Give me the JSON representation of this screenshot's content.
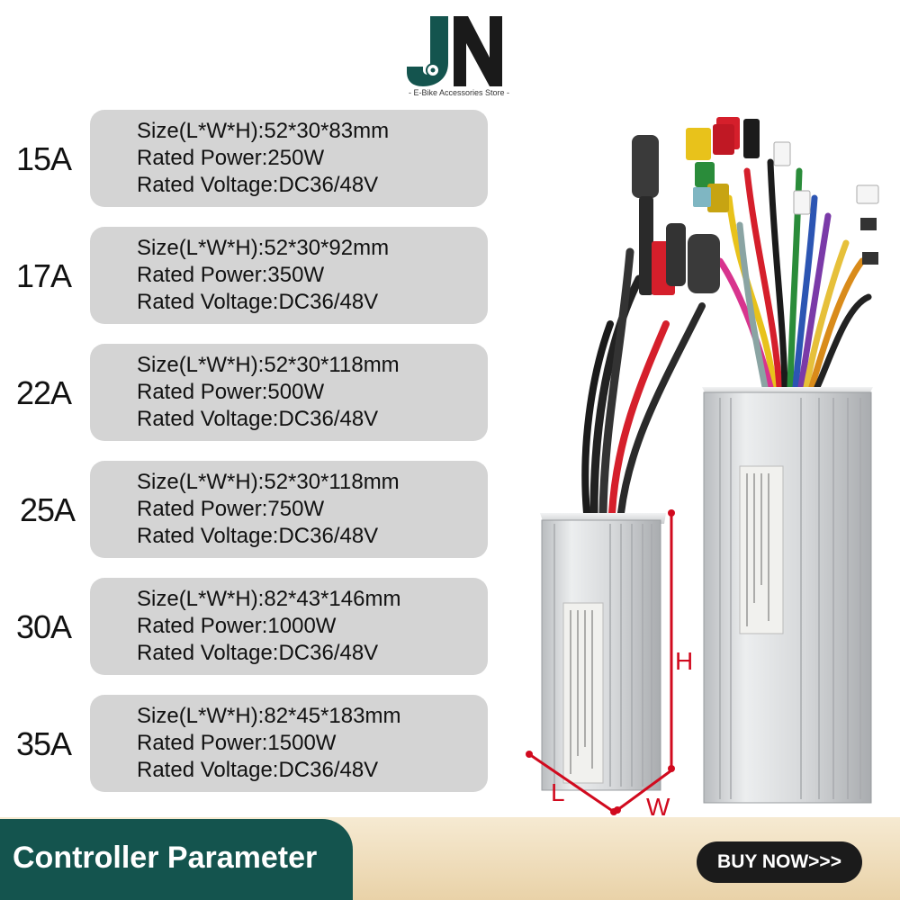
{
  "brand": {
    "logo_letters": "JN",
    "tagline": "- E-Bike Accessories Store -"
  },
  "specs": [
    {
      "rating": "15A",
      "size_label": "Size(L*W*H):",
      "size_value": "52*30*83mm",
      "power_label": "Rated Power:",
      "power_value": "250W",
      "voltage_label": "Rated Voltage:",
      "voltage_value": "DC36/48V"
    },
    {
      "rating": "17A",
      "size_label": "Size(L*W*H):",
      "size_value": "52*30*92mm",
      "power_label": "Rated Power:",
      "power_value": "350W",
      "voltage_label": "Rated Voltage:",
      "voltage_value": "DC36/48V"
    },
    {
      "rating": "22A",
      "size_label": "Size(L*W*H):",
      "size_value": "52*30*118mm",
      "power_label": "Rated Power:",
      "power_value": "500W",
      "voltage_label": "Rated Voltage:",
      "voltage_value": "DC36/48V"
    },
    {
      "rating": "25A",
      "size_label": "Size(L*W*H):",
      "size_value": "52*30*118mm",
      "power_label": "Rated Power:",
      "power_value": "750W",
      "voltage_label": "Rated Voltage:",
      "voltage_value": "DC36/48V"
    },
    {
      "rating": "30A",
      "size_label": "Size(L*W*H):",
      "size_value": "82*43*146mm",
      "power_label": "Rated Power:",
      "power_value": "1000W",
      "voltage_label": "Rated Voltage:",
      "voltage_value": "DC36/48V"
    },
    {
      "rating": "35A",
      "size_label": "Size(L*W*H):",
      "size_value": "82*45*183mm",
      "power_label": "Rated Power:",
      "power_value": "1500W",
      "voltage_label": "Rated Voltage:",
      "voltage_value": "DC36/48V"
    }
  ],
  "dimensions": {
    "length": "L",
    "width": "W",
    "height": "H"
  },
  "footer": {
    "title": "Controller Parameter",
    "buy_label": "BUY NOW>>>"
  },
  "colors": {
    "brand_teal": "#14544e",
    "card_gray": "#d4d4d4",
    "dimension_red": "#d10a1e",
    "footer_cream": "#f0dfbd"
  }
}
